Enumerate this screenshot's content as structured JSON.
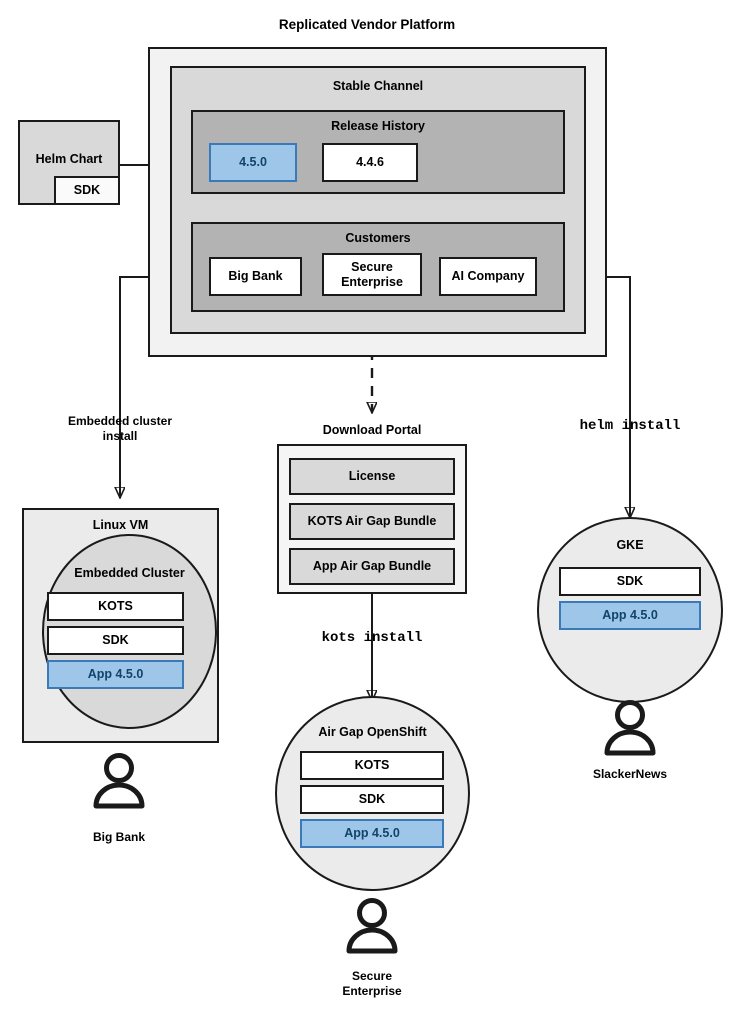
{
  "diagram": {
    "title": "Replicated Vendor Platform",
    "platform": {
      "label": "Replicated Vendor Platform",
      "channel": {
        "label": "Stable Channel",
        "release_history": {
          "label": "Release History",
          "releases": [
            {
              "version": "4.5.0",
              "highlighted": true
            },
            {
              "version": "4.4.6",
              "highlighted": false
            }
          ]
        },
        "customers": {
          "label": "Customers",
          "items": [
            {
              "name": "Big Bank"
            },
            {
              "name": "Secure\nEnterprise"
            },
            {
              "name": "AI Company"
            }
          ]
        }
      }
    },
    "source": {
      "helm_chart": {
        "label": "Helm Chart",
        "sdk": "SDK"
      }
    },
    "install_paths": [
      {
        "label": "Embedded cluster\ninstall",
        "style": "text"
      },
      {
        "label": "kots install",
        "style": "mono"
      },
      {
        "label": "helm install",
        "style": "mono"
      }
    ],
    "download_portal": {
      "label": "Download Portal",
      "artifacts": [
        "License",
        "KOTS Air Gap Bundle",
        "App Air Gap Bundle"
      ]
    },
    "targets": [
      {
        "outer_label": "Linux VM",
        "inner_label": "Embedded Cluster",
        "components": [
          {
            "label": "KOTS",
            "highlighted": false
          },
          {
            "label": "SDK",
            "highlighted": false
          },
          {
            "label": "App 4.5.0",
            "highlighted": true
          }
        ],
        "persona": "Big Bank"
      },
      {
        "outer_label": "Air Gap OpenShift",
        "inner_label": "",
        "components": [
          {
            "label": "KOTS",
            "highlighted": false
          },
          {
            "label": "SDK",
            "highlighted": false
          },
          {
            "label": "App 4.5.0",
            "highlighted": true
          }
        ],
        "persona": "Secure\nEnterprise"
      },
      {
        "outer_label": "GKE",
        "inner_label": "",
        "components": [
          {
            "label": "SDK",
            "highlighted": false
          },
          {
            "label": "App 4.5.0",
            "highlighted": true
          }
        ],
        "persona": "SlackerNews"
      }
    ],
    "colors": {
      "accent_blue_fill": "#9dc6e8",
      "accent_blue_border": "#3a7ab8",
      "accent_blue_text": "#12436b",
      "platform_fill": "#f2f2f2",
      "channel_fill": "#d9d9d9",
      "group_fill": "#b3b3b3",
      "stroke": "#1a1a1a"
    }
  }
}
